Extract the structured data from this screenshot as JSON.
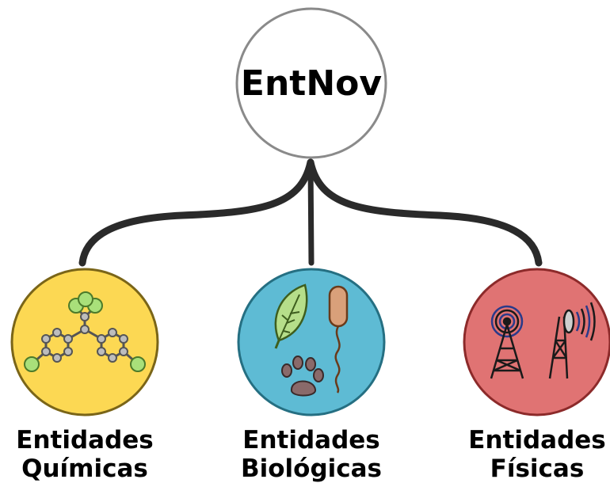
{
  "root": {
    "label": "EntNov"
  },
  "children": [
    {
      "line1": "Entidades",
      "line2": "Químicas",
      "fill": "#fcd853",
      "stroke": "#7a6518",
      "icon": "molecule-icon"
    },
    {
      "line1": "Entidades",
      "line2": "Biológicas",
      "fill": "#5ebbd4",
      "stroke": "#256f82",
      "icon": "biology-icon"
    },
    {
      "line1": "Entidades",
      "line2": "Físicas",
      "fill": "#e07373",
      "stroke": "#8c2a2a",
      "icon": "antenna-icon"
    }
  ],
  "colors": {
    "connector": "#2a2a2a",
    "root_stroke": "#8a8a8a"
  }
}
